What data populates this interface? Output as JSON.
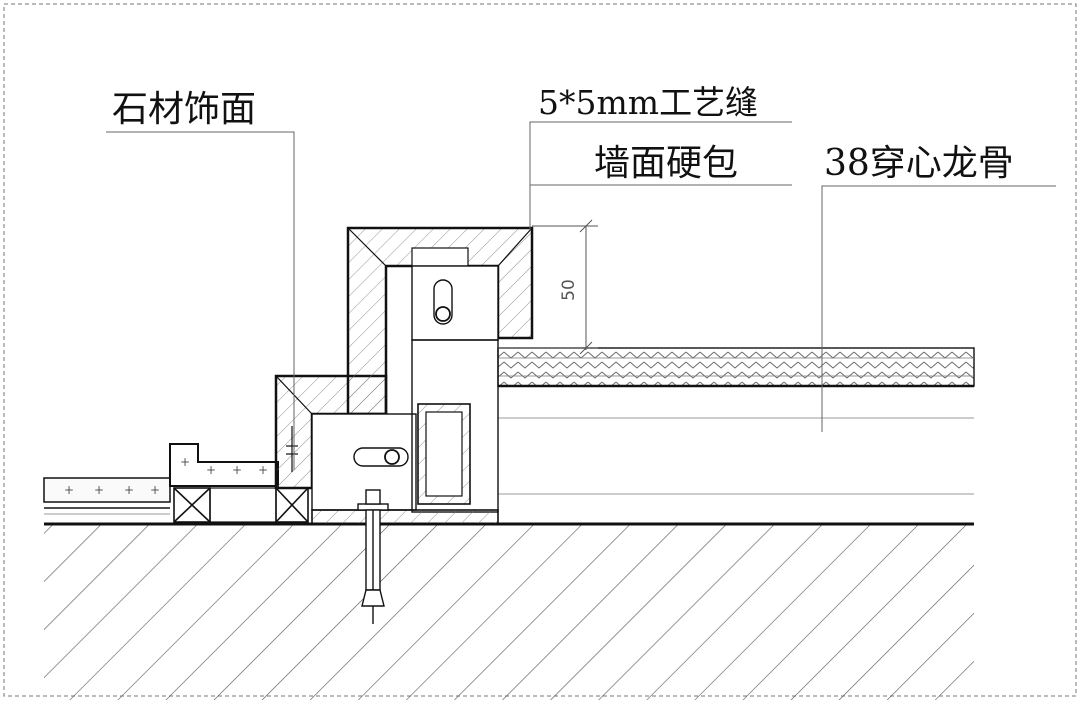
{
  "labels": {
    "stone_facing": "石材饰面",
    "groove": "5*5mm工艺缝",
    "wall_hard_pack": "墙面硬包",
    "keel": "38穿心龙骨"
  },
  "dimension": {
    "value": "50"
  },
  "colors": {
    "line": "#111111",
    "leader": "#666666",
    "hatch": "#555555",
    "board_fill": "#d9d9d9"
  }
}
